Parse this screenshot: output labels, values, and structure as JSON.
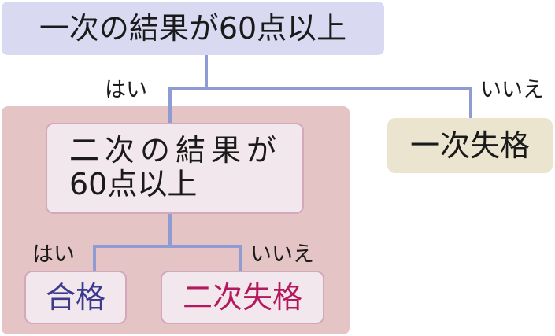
{
  "root": {
    "label": "一次の結果が60点以上"
  },
  "branch_labels": {
    "yes": "はい",
    "no": "いいえ"
  },
  "second_exam": {
    "line1": "二次の結果が",
    "line2": "60点以上"
  },
  "outcomes": {
    "first_fail": "一次失格",
    "pass": "合格",
    "second_fail": "二次失格"
  },
  "colors": {
    "connector": "#8f9cd3",
    "root_fill": "#d9daf1",
    "pass_region_fill": "#e5c4c5",
    "node_fill": "#f2e7ec",
    "node_border": "#d1a9bb",
    "first_fail_fill": "#ebe5cf",
    "pass_text": "#3b3a8d",
    "second_fail_text": "#b3195c"
  }
}
